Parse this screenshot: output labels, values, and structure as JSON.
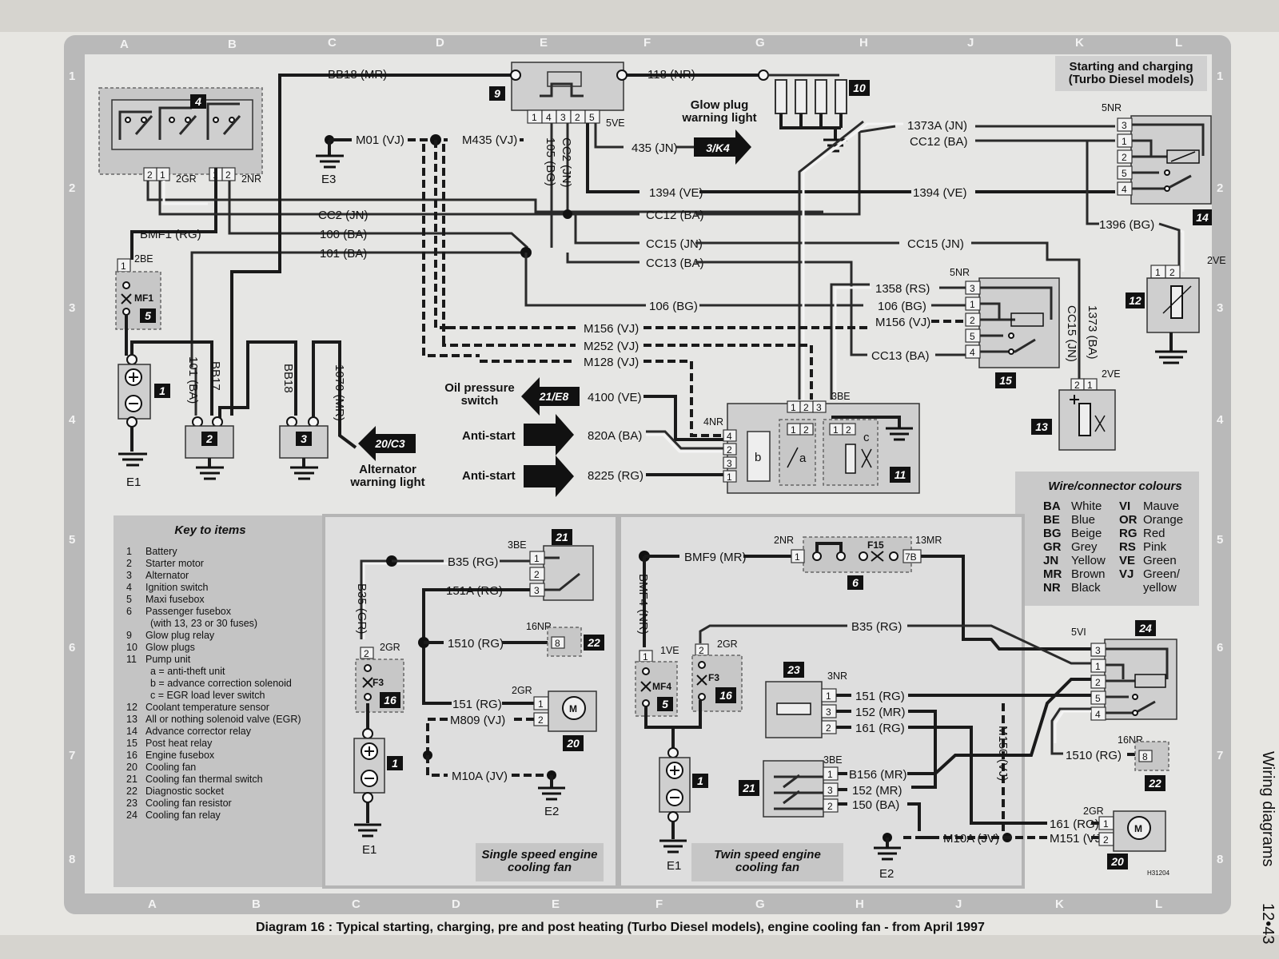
{
  "header": {
    "title_line1": "Starting and charging",
    "title_line2": "(Turbo Diesel models)"
  },
  "border": {
    "col_letters": [
      "A",
      "B",
      "C",
      "D",
      "E",
      "F",
      "G",
      "H",
      "J",
      "K",
      "L"
    ],
    "row_numbers": [
      "1",
      "2",
      "3",
      "4",
      "5",
      "6",
      "7",
      "8"
    ]
  },
  "caption": "Diagram 16 : Typical starting, charging, pre and post heating (Turbo Diesel models), engine cooling fan - from April 1997",
  "side_text": "Wiring diagrams",
  "page_number": "12•43",
  "code": "H31204",
  "components": {
    "battery": "1",
    "starter": "2",
    "alternator": "3",
    "ignition_switch": "4",
    "maxi_fusebox": "5",
    "pass_fusebox": "6",
    "glow_relay": "9",
    "glow_plugs": "10",
    "pump_unit": "11",
    "coolant_sensor": "12",
    "egr_valve": "13",
    "advance_relay": "14",
    "post_heat_relay": "15",
    "engine_fusebox": "16",
    "fan": "20",
    "fan_thermal": "21",
    "diag_socket": "22",
    "fan_resistor": "23",
    "fan_relay": "24"
  },
  "labels": {
    "glow_plug_warning": [
      "Glow plug",
      "warning light"
    ],
    "oil_pressure": [
      "Oil pressure",
      "switch"
    ],
    "anti_start": "Anti-start",
    "alternator_warning": [
      "Alternator",
      "warning light"
    ],
    "ref_3k4": "3/K4",
    "ref_21e8": "21/E8",
    "ref_20c3": "20/C3",
    "mf1": "MF1",
    "mf4": "MF4",
    "f3": "F3",
    "f15": "F15",
    "e1": "E1",
    "e2": "E2",
    "e3": "E3"
  },
  "wires": {
    "bb18_mr": "BB18 (MR)",
    "w118_nr": "118 (NR)",
    "m01_vj": "M01 (VJ)",
    "m435_vj": "M435 (VJ)",
    "w105_bg": "105 (BG)",
    "cc2_jn_v": "CC2 (JN)",
    "w435_jn": "435 (JN)",
    "w1373a_jn": "1373A (JN)",
    "cc12_ba_top": "CC12 (BA)",
    "w1394_ve_a": "1394 (VE)",
    "w1394_ve_b": "1394 (VE)",
    "cc2_jn": "CC2 (JN)",
    "cc12_ba": "CC12 (BA)",
    "w100_ba": "100 (BA)",
    "w101_ba": "101 (BA)",
    "bmf1_rg": "BMF1 (RG)",
    "cc15_jn_a": "CC15 (JN)",
    "cc15_jn_b": "CC15 (JN)",
    "cc13_ba": "CC13 (BA)",
    "w1396_bg": "1396 (BG)",
    "w1358_rs": "1358 (RS)",
    "w106_bg_a": "106 (BG)",
    "w106_bg_b": "106 (BG)",
    "m156_vj_a": "M156 (VJ)",
    "m156_vj_b": "M156 (VJ)",
    "m252_vj": "M252 (VJ)",
    "m128_vj": "M128 (VJ)",
    "cc13_ba_b": "CC13 (BA)",
    "cc15_jn_v": "CC15 (JN)",
    "w1373_ba_v": "1373 (BA)",
    "w101_ba_v": "101 (BA)",
    "bb17": "BB17",
    "bb18": "BB18",
    "w1070_mr": "1070 (MR)",
    "w4100_ve": "4100 (VE)",
    "w820a_ba": "820A (BA)",
    "w8225_rg": "8225 (RG)",
    "b35_rg": "B35 (RG)",
    "b35_gr": "B35 (GR)",
    "w151a_rg": "151A (RG)",
    "w1510_rg": "1510 (RG)",
    "w151_rg": "151 (RG)",
    "m809_vj": "M809 (VJ)",
    "m10a_jv": "M10A (JV)",
    "bmf9_mr": "BMF9 (MR)",
    "bmf4_nr": "BMF4 (NR)",
    "b35_rg_r": "B35 (RG)",
    "w151_rg_r": "151 (RG)",
    "w152_mr": "152 (MR)",
    "w161_rg": "161 (RG)",
    "b156_mr": "B156 (MR)",
    "w152_mr_b": "152 (MR)",
    "w150_ba": "150 (BA)",
    "m150_vj": "M150 (VJ)",
    "w1510_rg_r": "1510 (RG)",
    "w161_rg_b": "161 (RG)",
    "m151_vj": "M151 (VJ)",
    "m10a_jv_r": "M10A (JV)"
  },
  "connectors": {
    "c2gr": "2GR",
    "c2nr": "2NR",
    "c2be": "2BE",
    "c5ve": "5VE",
    "c5nr_a": "5NR",
    "c5nr_b": "5NR",
    "c2ve_a": "2VE",
    "c2ve_b": "2VE",
    "c4nr": "4NR",
    "c3be": "3BE",
    "c3be_a": "3BE",
    "c16nr": "16NR",
    "c2gr_b": "2GR",
    "c2gr_c": "2GR",
    "c2nr_b": "2NR",
    "c13mr": "13MR",
    "c1ve": "1VE",
    "c2gr_d": "2GR",
    "c3nr": "3NR",
    "c3be_b": "3BE",
    "c5vi": "5VI",
    "c16nr_b": "16NR",
    "c2gr_e": "2GR"
  },
  "pump_sub": {
    "a": "a",
    "b": "b",
    "c": "c"
  },
  "key": {
    "title": "Key to items",
    "items": [
      {
        "n": "1",
        "t": "Battery"
      },
      {
        "n": "2",
        "t": "Starter motor"
      },
      {
        "n": "3",
        "t": "Alternator"
      },
      {
        "n": "4",
        "t": "Ignition switch"
      },
      {
        "n": "5",
        "t": "Maxi fusebox"
      },
      {
        "n": "6",
        "t": "Passenger fusebox"
      },
      {
        "n": "",
        "t": "(with 13, 23 or 30 fuses)"
      },
      {
        "n": "9",
        "t": "Glow plug relay"
      },
      {
        "n": "10",
        "t": "Glow plugs"
      },
      {
        "n": "11",
        "t": "Pump unit"
      },
      {
        "n": "",
        "t": "a  =  anti-theft unit"
      },
      {
        "n": "",
        "t": "b  =  advance correction solenoid"
      },
      {
        "n": "",
        "t": "c  =  EGR load lever switch"
      },
      {
        "n": "12",
        "t": "Coolant temperature sensor"
      },
      {
        "n": "13",
        "t": "All or nothing solenoid valve (EGR)"
      },
      {
        "n": "14",
        "t": "Advance corrector relay"
      },
      {
        "n": "15",
        "t": "Post heat relay"
      },
      {
        "n": "16",
        "t": "Engine fusebox"
      },
      {
        "n": "20",
        "t": "Cooling fan"
      },
      {
        "n": "21",
        "t": "Cooling fan thermal switch"
      },
      {
        "n": "22",
        "t": "Diagnostic socket"
      },
      {
        "n": "23",
        "t": "Cooling fan resistor"
      },
      {
        "n": "24",
        "t": "Cooling fan relay"
      }
    ]
  },
  "colours": {
    "title": "Wire/connector colours",
    "left": [
      {
        "c": "BA",
        "n": "White"
      },
      {
        "c": "BE",
        "n": "Blue"
      },
      {
        "c": "BG",
        "n": "Beige"
      },
      {
        "c": "GR",
        "n": "Grey"
      },
      {
        "c": "JN",
        "n": "Yellow"
      },
      {
        "c": "MR",
        "n": "Brown"
      },
      {
        "c": "NR",
        "n": "Black"
      }
    ],
    "right": [
      {
        "c": "VI",
        "n": "Mauve"
      },
      {
        "c": "OR",
        "n": "Orange"
      },
      {
        "c": "RG",
        "n": "Red"
      },
      {
        "c": "RS",
        "n": "Pink"
      },
      {
        "c": "VE",
        "n": "Green"
      },
      {
        "c": "VJ",
        "n": "Green/"
      },
      {
        "c": "",
        "n": "yellow"
      }
    ]
  },
  "subpanels": {
    "single_line1": "Single speed engine",
    "single_line2": "cooling fan",
    "twin_line1": "Twin speed engine",
    "twin_line2": "cooling fan"
  }
}
